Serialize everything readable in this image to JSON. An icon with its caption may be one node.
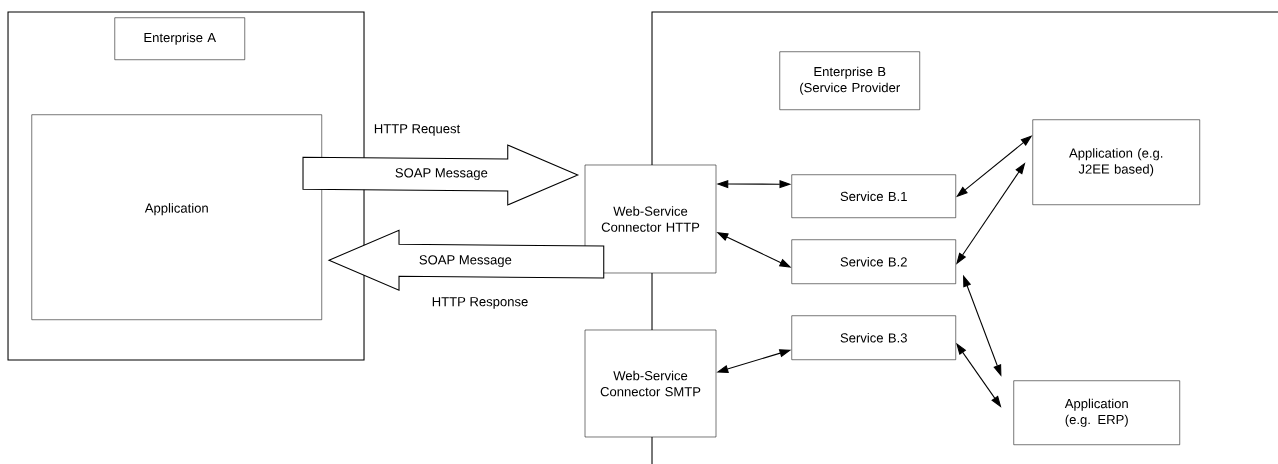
{
  "diagram": {
    "nodes": [
      {
        "text": [],
        "shape": "box"
      },
      {
        "text": [
          "Enterprise A"
        ],
        "in": 0
      },
      {
        "text": [
          "Application"
        ],
        "in": 0
      },
      {
        "text": [],
        "shape": "box"
      },
      {
        "text": [
          "Enterprise B (Service Provider"
        ],
        "in": 3
      },
      {
        "text": [
          "Web-Service Connector HTTP"
        ]
      },
      {
        "text": [
          "Web-Service Connector SMTP"
        ]
      },
      {
        "text": [
          "Service B.1"
        ],
        "in": 3
      },
      {
        "text": [
          "Service B.2"
        ],
        "in": 3
      },
      {
        "text": [
          "Service B.3"
        ],
        "in": 3
      },
      {
        "text": [
          "Application (e.g. J2EE based)"
        ],
        "in": 3
      },
      {
        "text": [
          "Application (e.g. ERP)"
        ],
        "in": 3
      }
    ],
    "edges": [
      {
        "from": 2,
        "to": 5,
        "arrow": "to",
        "label": "SOAP Message",
        "style": "thick"
      },
      {
        "from": 5,
        "to": 2,
        "arrow": "to",
        "label": "SOAP Message",
        "style": "thick"
      },
      {
        "from": 5,
        "to": 7,
        "arrow": "both"
      },
      {
        "from": 5,
        "to": 8,
        "arrow": "both"
      },
      {
        "from": 6,
        "to": 9,
        "arrow": "both"
      },
      {
        "from": 7,
        "to": 10,
        "arrow": "both"
      },
      {
        "from": 8,
        "to": 10,
        "arrow": "both"
      },
      {
        "from": 8,
        "to": 11,
        "arrow": "both"
      },
      {
        "from": 9,
        "to": 11,
        "arrow": "both"
      }
    ],
    "labels": [
      "HTTP Request",
      "HTTP Response"
    ]
  }
}
